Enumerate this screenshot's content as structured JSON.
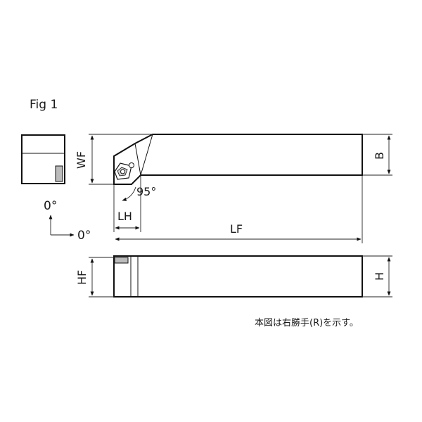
{
  "figure_label": "Fig 1",
  "dimensions": {
    "wf": "WF",
    "b": "B",
    "lh": "LH",
    "lf": "LF",
    "hf": "HF",
    "h": "H"
  },
  "angles": {
    "approach": "95°",
    "axis_vertical": "0°",
    "axis_horizontal": "0°"
  },
  "note": "本図は右勝手(R)を示す。"
}
